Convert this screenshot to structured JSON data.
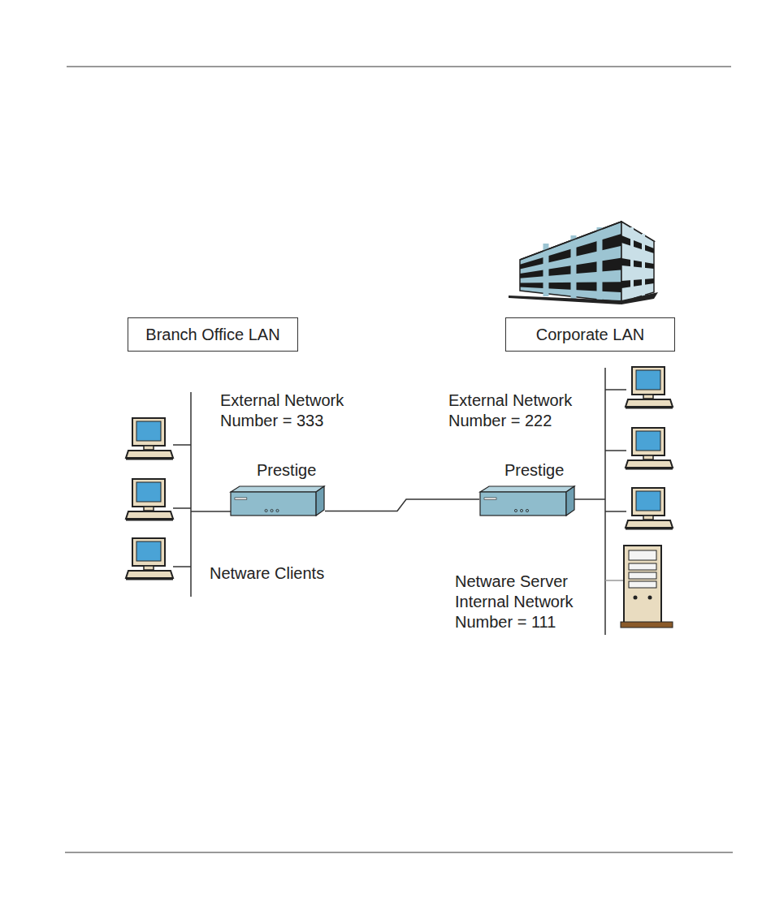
{
  "diagram": {
    "nodes": [
      {
        "text": [
          "Branch Office LAN"
        ]
      },
      {
        "text": [
          "Corporate LAN"
        ]
      },
      {
        "text": [
          "Prestige"
        ]
      },
      {
        "text": [
          "Prestige"
        ]
      }
    ],
    "edges": [
      {
        "from": 2,
        "to": 3,
        "arrow": "none"
      }
    ],
    "labels": [
      "External Network Number = 333",
      "External Network Number = 222",
      "Netware Clients",
      "Netware Server Internal Network Number = 111"
    ]
  }
}
